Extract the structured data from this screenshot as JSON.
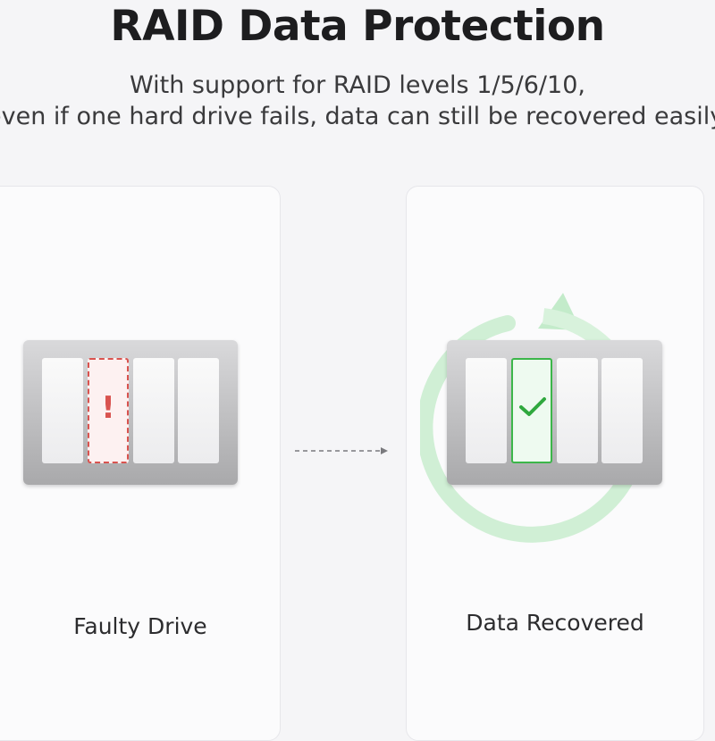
{
  "header": {
    "title": "RAID Data Protection",
    "subtitle_line1": "With support for RAID levels 1/5/6/10,",
    "subtitle_line2": "even if one hard drive fails, data can still be recovered easily."
  },
  "cards": {
    "faulty": {
      "label": "Faulty Drive",
      "alert_symbol": "!"
    },
    "recovered": {
      "label": "Data Recovered"
    }
  },
  "icons": {
    "alert": "exclamation-icon",
    "check": "checkmark-icon",
    "recover": "circular-arrow-icon",
    "transition": "dashed-arrow-icon"
  },
  "colors": {
    "fault": "#d9534f",
    "ok": "#3cb64a",
    "ring": "#c9efcf"
  }
}
